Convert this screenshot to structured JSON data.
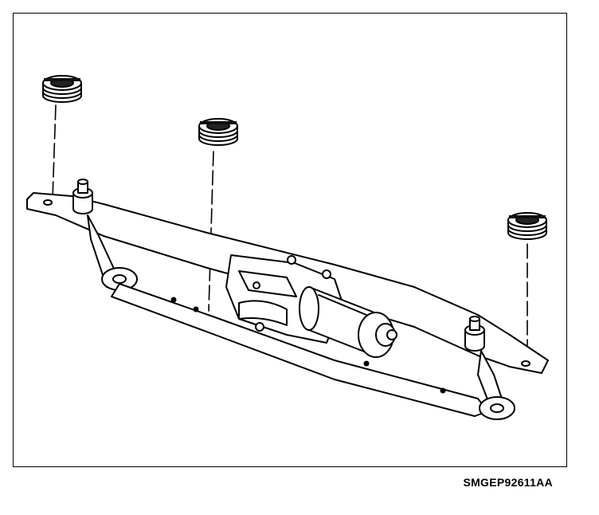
{
  "figure": {
    "figure_id": "SMGEP92611AA",
    "components": [
      "rubber-grommet",
      "rubber-grommet",
      "rubber-grommet",
      "wiper-transmission-frame",
      "wiper-motor",
      "wiper-pivot-left",
      "wiper-pivot-right",
      "crank-arm",
      "linkage-rods"
    ],
    "colors": {
      "line": "#000000",
      "background": "#ffffff"
    }
  }
}
